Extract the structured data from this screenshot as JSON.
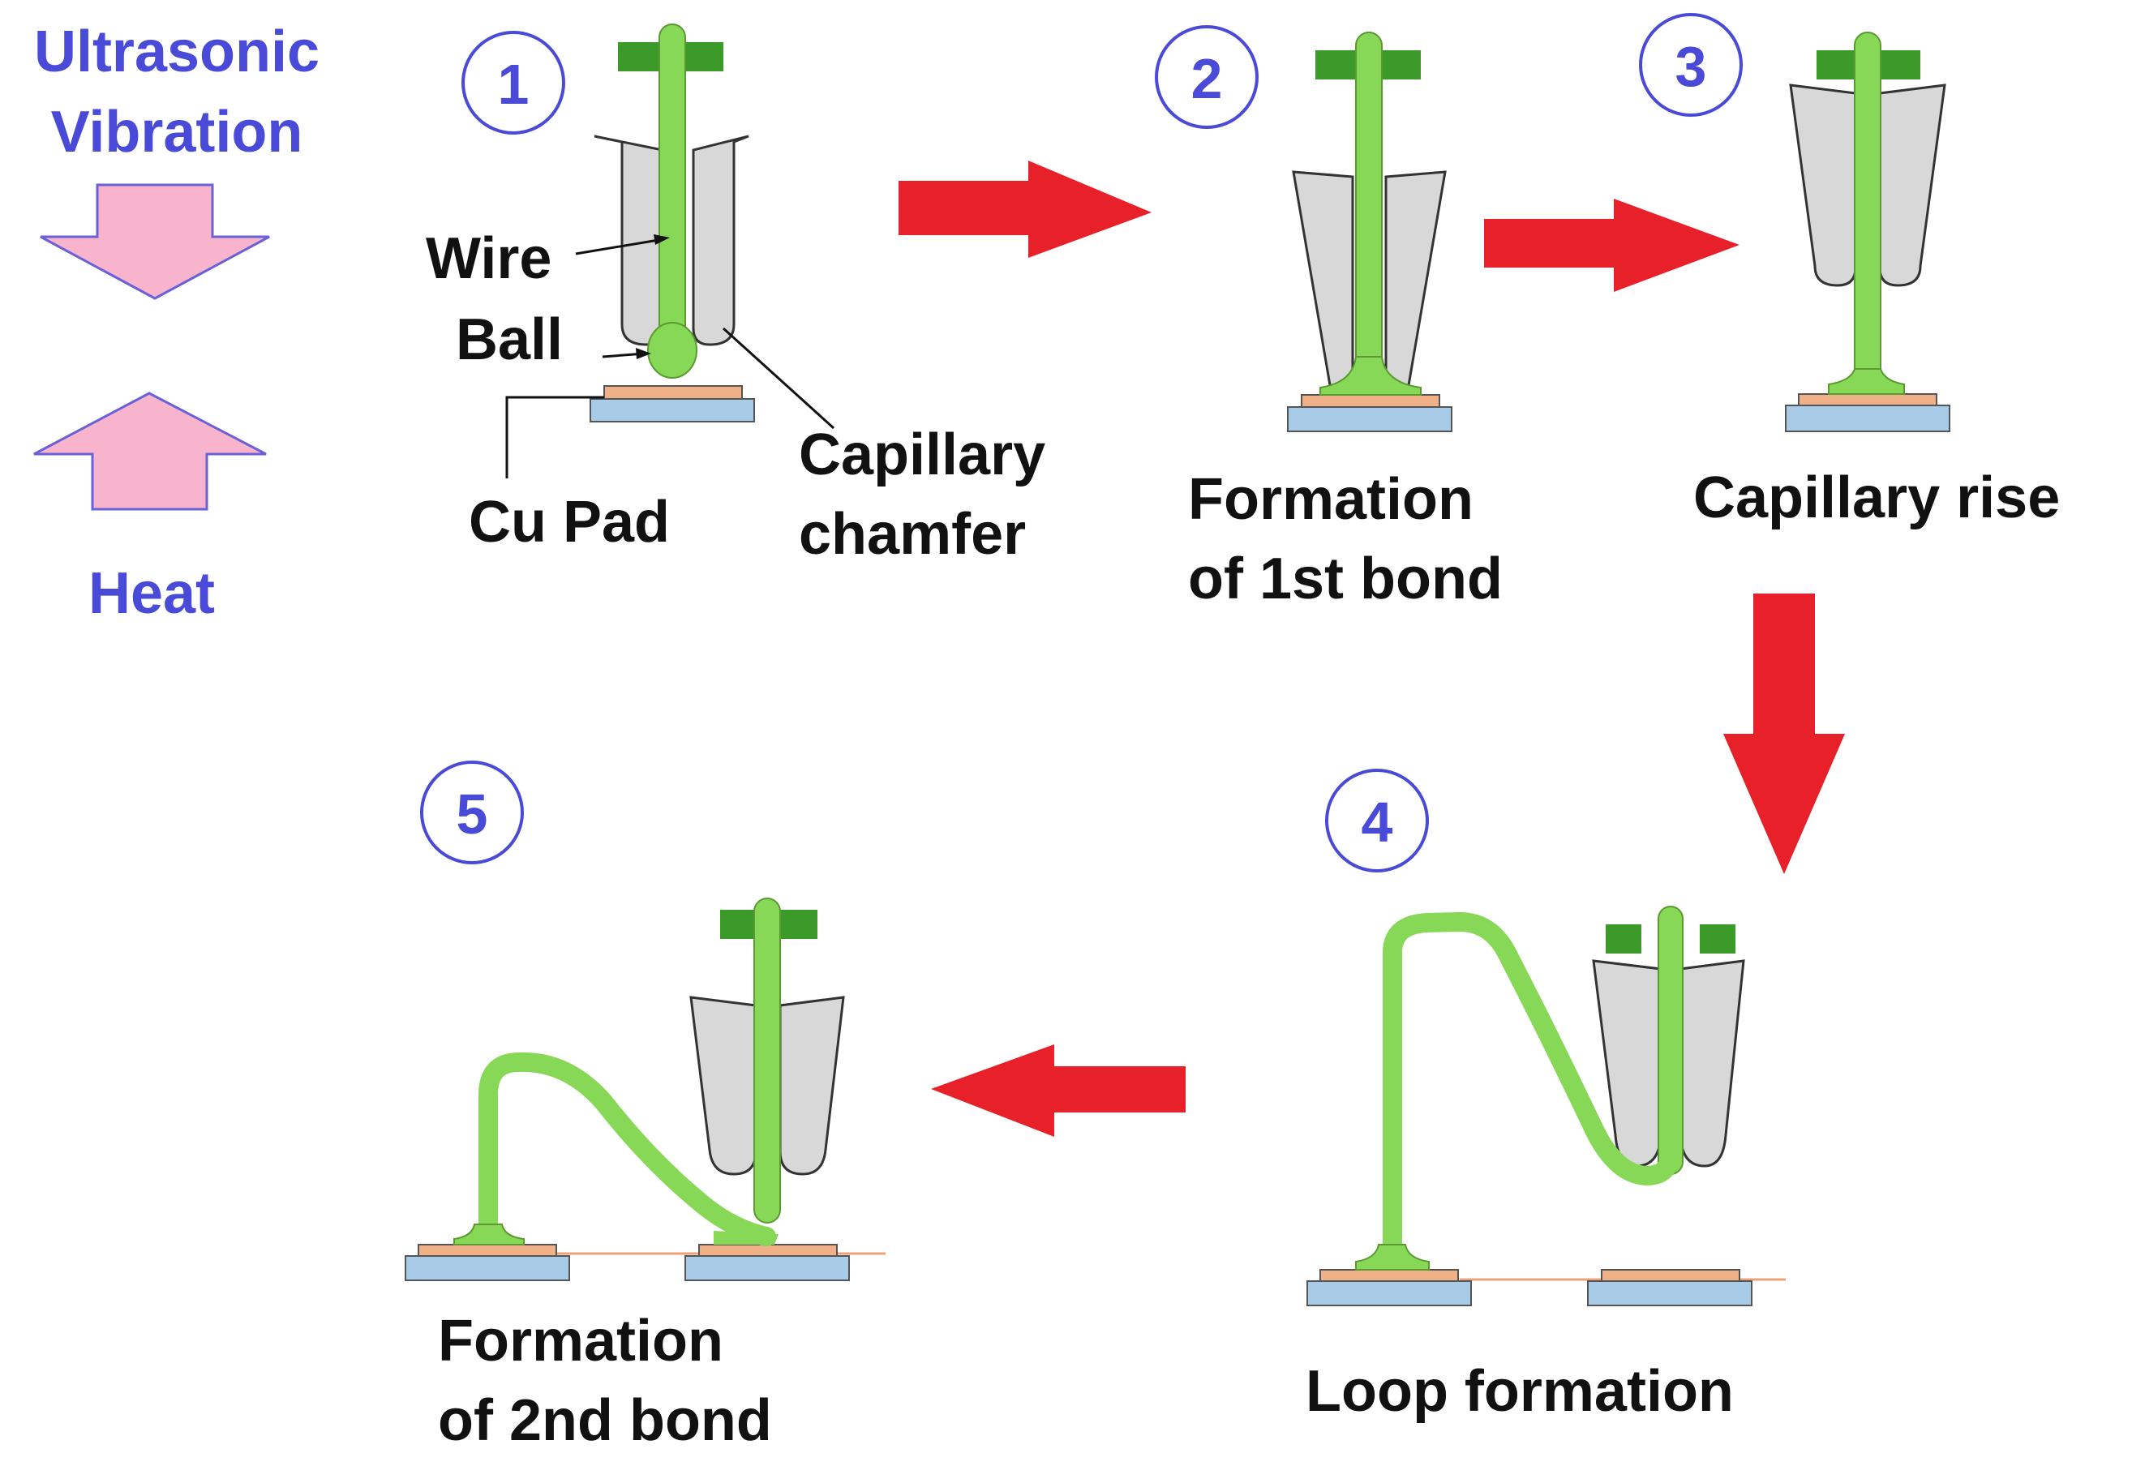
{
  "legend": {
    "vibration_line1": "Ultrasonic",
    "vibration_line2": "Vibration",
    "heat": "Heat"
  },
  "steps": [
    {
      "number": "1",
      "labels": {
        "wire": "Wire",
        "ball": "Ball",
        "pad": "Cu Pad",
        "chamfer1": "Capillary",
        "chamfer2": "chamfer"
      }
    },
    {
      "number": "2",
      "caption1": "Formation",
      "caption2": "of 1st bond"
    },
    {
      "number": "3",
      "caption1": "Capillary rise"
    },
    {
      "number": "4",
      "caption1": "Loop formation"
    },
    {
      "number": "5",
      "caption1": "Formation",
      "caption2": "of 2nd bond"
    }
  ],
  "colors": {
    "wire": "#88d858",
    "clamp": "#3c9a2a",
    "capillary": "#d8d8d8",
    "pad": "#f0b088",
    "substrate": "#a8cce8",
    "flow_arrow": "#e8202a",
    "legend_arrow": "#f8b4cc",
    "number_text": "#4a4ad8"
  }
}
